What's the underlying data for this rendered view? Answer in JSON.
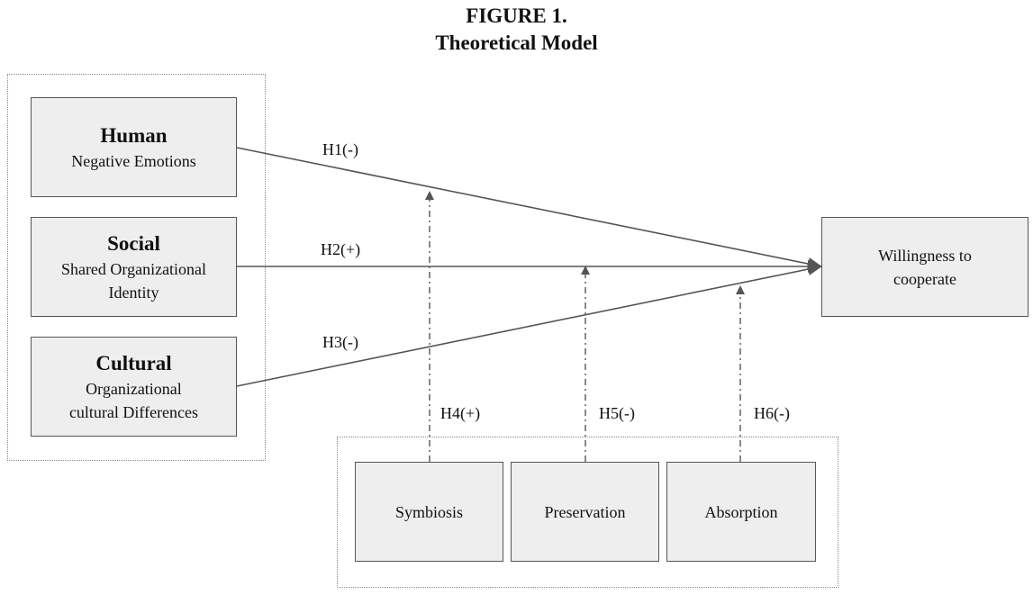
{
  "figure": {
    "title_line1": "FIGURE 1.",
    "title_line2": "Theoretical Model"
  },
  "antecedents": [
    {
      "heading": "Human",
      "sub_lines": [
        "Negative Emotions"
      ]
    },
    {
      "heading": "Social",
      "sub_lines": [
        "Shared Organizational",
        "Identity"
      ]
    },
    {
      "heading": "Cultural",
      "sub_lines": [
        "Organizational",
        "cultural Differences"
      ]
    }
  ],
  "outcome": {
    "lines": [
      "Willingness to",
      "cooperate"
    ]
  },
  "moderators": [
    {
      "label": "Symbiosis"
    },
    {
      "label": "Preservation"
    },
    {
      "label": "Absorption"
    }
  ],
  "hypotheses": {
    "h1": "H1(-)",
    "h2": "H2(+)",
    "h3": "H3(-)",
    "h4": "H4(+)",
    "h5": "H5(-)",
    "h6": "H6(-)"
  },
  "colors": {
    "box_fill": "#eeeeee",
    "box_border": "#555555",
    "line": "#555555",
    "group_border": "#888888"
  }
}
